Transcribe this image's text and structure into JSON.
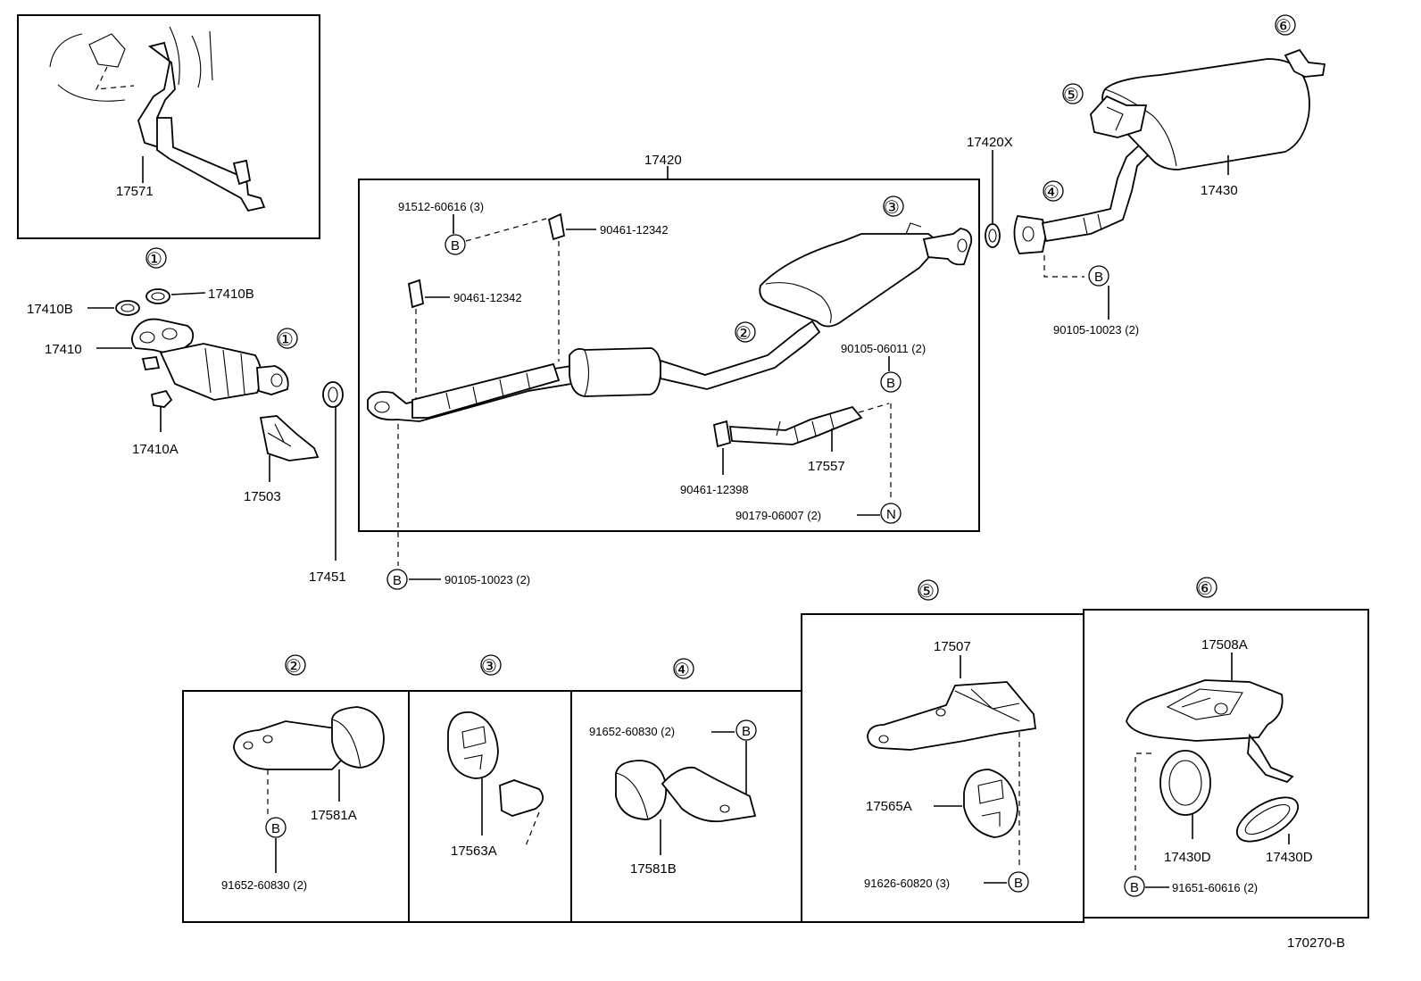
{
  "diagram_id": "170270-B",
  "callouts": {
    "c1": "①",
    "c2": "②",
    "c3": "③",
    "c4": "④",
    "c5": "⑤",
    "c6": "⑥"
  },
  "markers": {
    "b": "B",
    "n": "N"
  },
  "labels": {
    "p17571": "17571",
    "p17410B_a": "17410B",
    "p17410B_b": "17410B",
    "p17410": "17410",
    "p17410A": "17410A",
    "p17503": "17503",
    "p17451": "17451",
    "p17420": "17420",
    "p91512": "91512-60616 (3)",
    "p90461_a": "90461-12342",
    "p90461_b": "90461-12342",
    "p90105_06011": "90105-06011 (2)",
    "p17557": "17557",
    "p90461_12398": "90461-12398",
    "p90179": "90179-06007 (2)",
    "p90105_10023_a": "90105-10023 (2)",
    "p17420X": "17420X",
    "p90105_10023_b": "90105-10023 (2)",
    "p17430": "17430",
    "p17581A": "17581A",
    "p91652_a": "91652-60830 (2)",
    "p17563A": "17563A",
    "p91652_b": "91652-60830 (2)",
    "p17581B": "17581B",
    "p17507": "17507",
    "p17565A": "17565A",
    "p91626": "91626-60820 (3)",
    "p17508A": "17508A",
    "p17430D_a": "17430D",
    "p17430D_b": "17430D",
    "p91651": "91651-60616 (2)"
  }
}
